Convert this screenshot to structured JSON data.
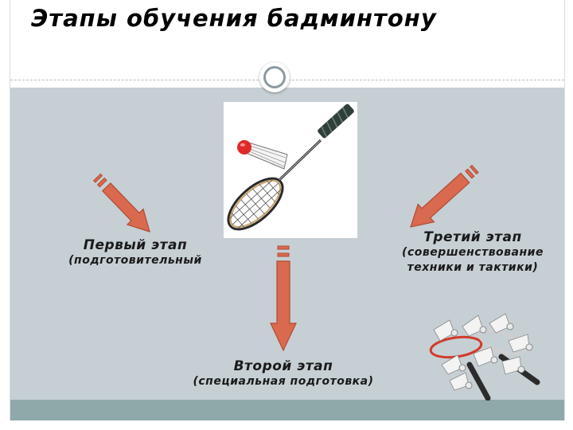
{
  "slide": {
    "title": "Этапы обучения бадминтону"
  },
  "stages": [
    {
      "id": "first",
      "title": "Первый этап",
      "subtitle": [
        "(подготовительный"
      ]
    },
    {
      "id": "second",
      "title": "Второй этап",
      "subtitle": [
        "(специальная подготовка)"
      ]
    },
    {
      "id": "third",
      "title": "Третий этап",
      "subtitle": [
        "(совершенствование",
        "техники и тактики)"
      ]
    }
  ],
  "icons": {
    "center_illustration": "badminton-racket-and-shuttlecock-icon",
    "corner_illustration": "shuttlecocks-and-rackets-icon",
    "connector": "ring-connector-icon"
  },
  "colors": {
    "title_text": "#000000",
    "content_background": "#c6cfd4",
    "bottom_bar": "#8fa8aa",
    "arrow_fill": "#d96a4f",
    "arrow_stroke": "#b24a34",
    "shuttle_tip": "#e02a2a",
    "racket_handle": "#2f3f3a"
  }
}
